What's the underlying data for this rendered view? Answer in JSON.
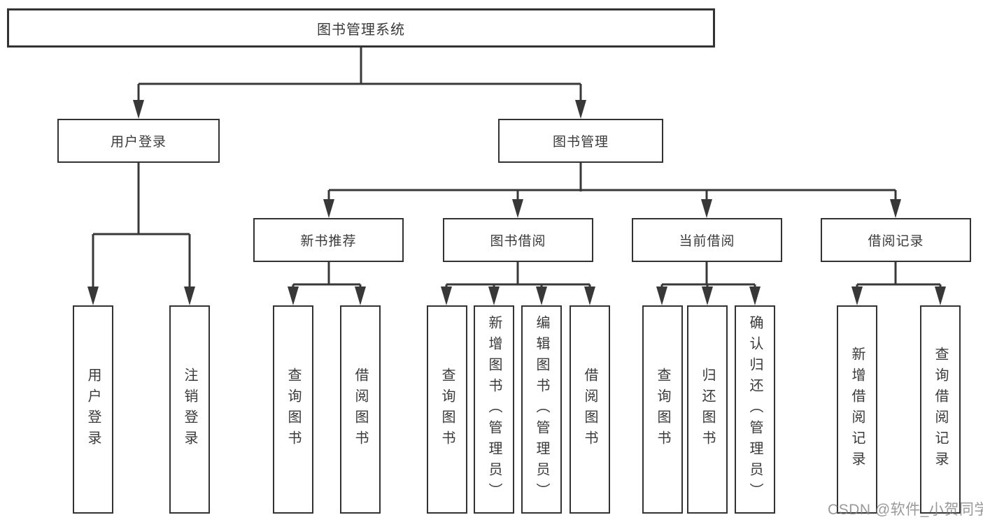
{
  "diagram": {
    "root": {
      "label": "图书管理系统"
    },
    "branches": [
      {
        "label": "用户登录",
        "children": [
          {
            "label": "用户登录"
          },
          {
            "label": "注销登录"
          }
        ]
      },
      {
        "label": "图书管理",
        "children": [
          {
            "label": "新书推荐",
            "children": [
              {
                "label": "查询图书"
              },
              {
                "label": "借阅图书"
              }
            ]
          },
          {
            "label": "图书借阅",
            "children": [
              {
                "label": "查询图书"
              },
              {
                "label": "新增图书（管理员）"
              },
              {
                "label": "编辑图书（管理员）"
              },
              {
                "label": "借阅图书"
              }
            ]
          },
          {
            "label": "当前借阅",
            "children": [
              {
                "label": "查询图书"
              },
              {
                "label": "归还图书"
              },
              {
                "label": "确认归还（管理员）"
              }
            ]
          },
          {
            "label": "借阅记录",
            "children": [
              {
                "label": "新增借阅记录"
              },
              {
                "label": "查询借阅记录"
              }
            ]
          }
        ]
      }
    ]
  },
  "watermark": {
    "text": "CSDN @软件_小贺同学"
  },
  "colors": {
    "line": "#383838",
    "box_border": "#333333",
    "text": "#3a3a3a",
    "watermark": "#828282",
    "background": "#ffffff"
  }
}
